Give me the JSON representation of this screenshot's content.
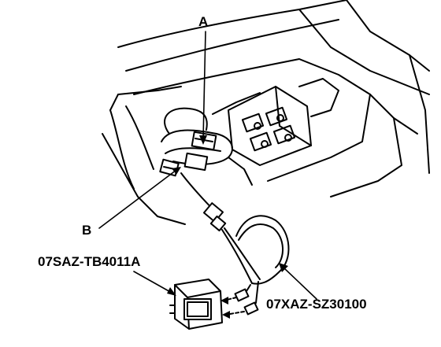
{
  "diagram": {
    "callouts": {
      "a": "A",
      "b": "B",
      "tool_box": "07SAZ-TB4011A",
      "tool_harness": "07XAZ-SZ30100"
    },
    "colors": {
      "ink": "#000000",
      "paper": "#ffffff"
    }
  }
}
